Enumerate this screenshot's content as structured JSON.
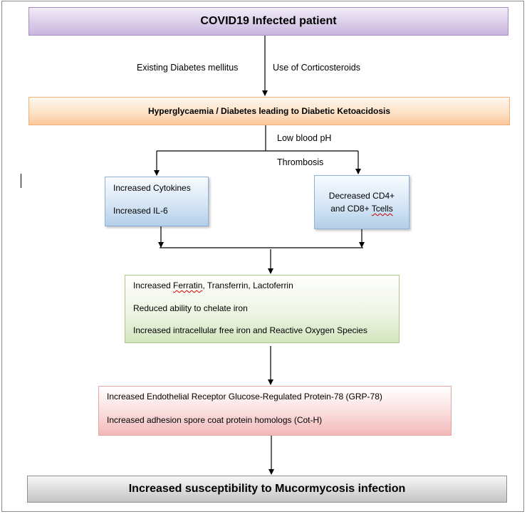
{
  "nodes": {
    "covid": "COVID19 Infected patient",
    "hyperglycaemia": "Hyperglycaemia / Diabetes leading to Diabetic Ketoacidosis",
    "cytokines": [
      "Increased Cytokines",
      "Increased IL-6"
    ],
    "cd4": {
      "line1": "Decreased CD4+",
      "line2_prefix": "and CD8+ ",
      "line2_word": "Tcells"
    },
    "iron": {
      "line1_prefix": "Increased ",
      "line1_word": "Ferratin",
      "line1_suffix": ", Transferrin, Lactoferrin",
      "line2": "Reduced ability to chelate iron",
      "line3": "Increased intracellular free iron and Reactive Oxygen Species"
    },
    "grp": [
      "Increased Endothelial Receptor Glucose-Regulated Protein-78 (GRP-78)",
      "Increased adhesion spore coat protein homologs (Cot-H)"
    ],
    "final": "Increased susceptibility to Mucormycosis infection"
  },
  "edge_labels": {
    "diabetes": "Existing Diabetes mellitus",
    "steroids": "Use of Corticosteroids",
    "low_ph": "Low blood pH",
    "thrombosis": "Thrombosis"
  }
}
